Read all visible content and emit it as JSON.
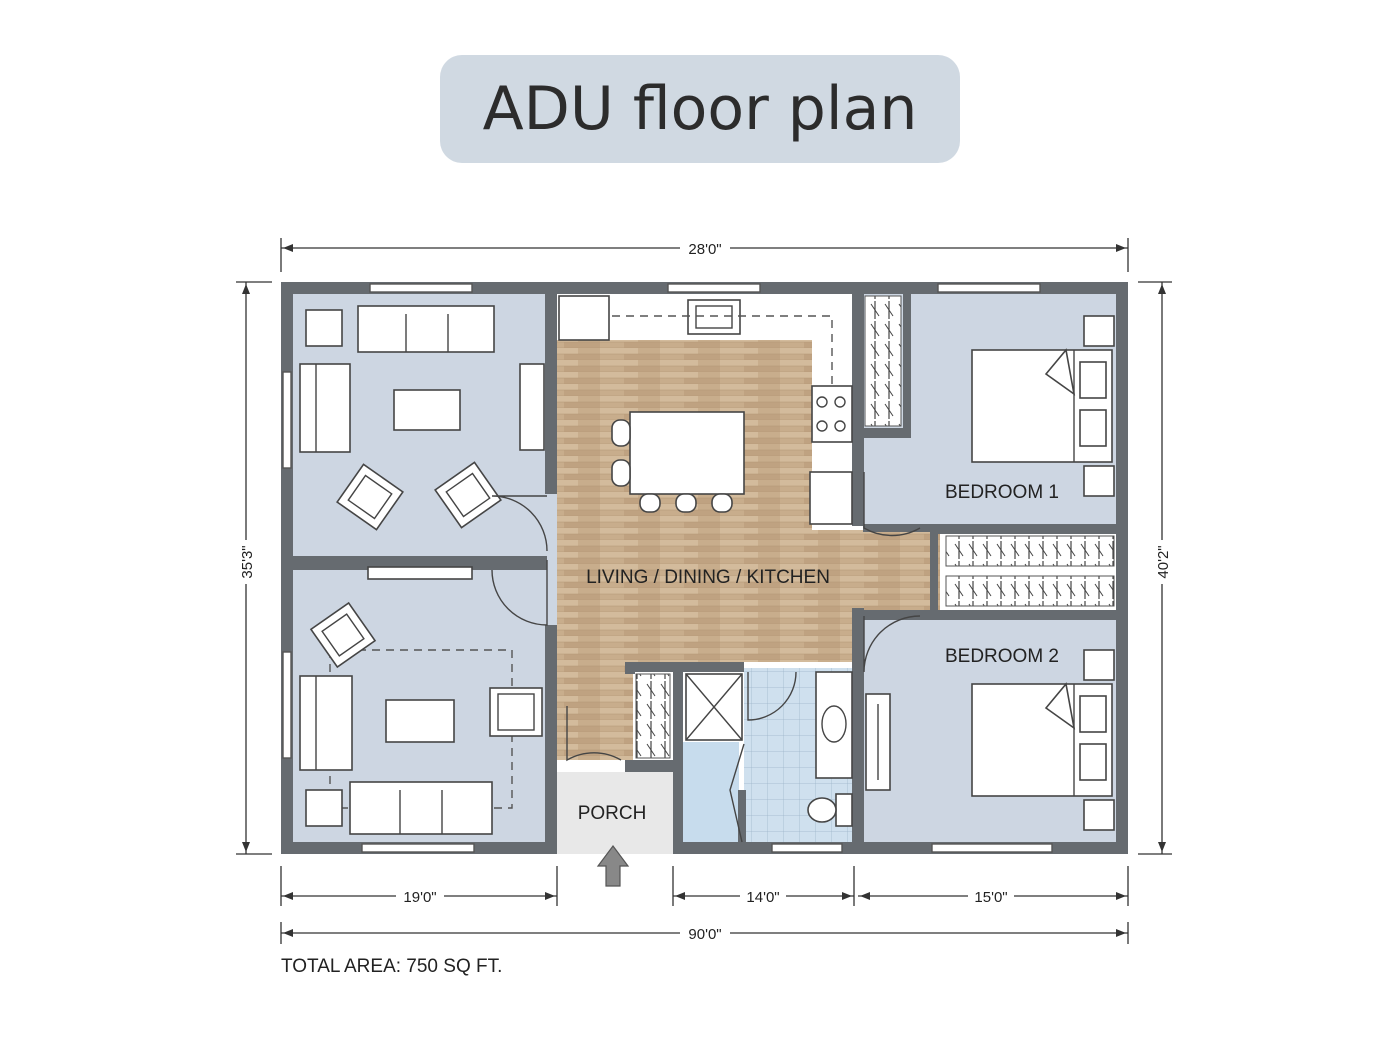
{
  "title": "ADU floor plan",
  "rooms": {
    "living": "LIVING / DINING / KITCHEN",
    "bedroom1": "BEDROOM 1",
    "bedroom2": "BEDROOM 2",
    "porch": "PORCH"
  },
  "dimensions": {
    "top_width": "28'0\"",
    "left_height": "35'3\"",
    "right_height": "40'2\"",
    "bottom_left": "19'0\"",
    "bottom_mid": "14'0\"",
    "bottom_right": "15'0\"",
    "overall_width": "90'0\""
  },
  "total_area": "TOTAL AREA: 750 SQ FT.",
  "colors": {
    "title_bg": "#d0d9e2",
    "wall": "#666b70",
    "room_floor": "#cdd6e2",
    "wood_floor": "#c8ad8c",
    "bath_tile": "#cfe0ee"
  }
}
